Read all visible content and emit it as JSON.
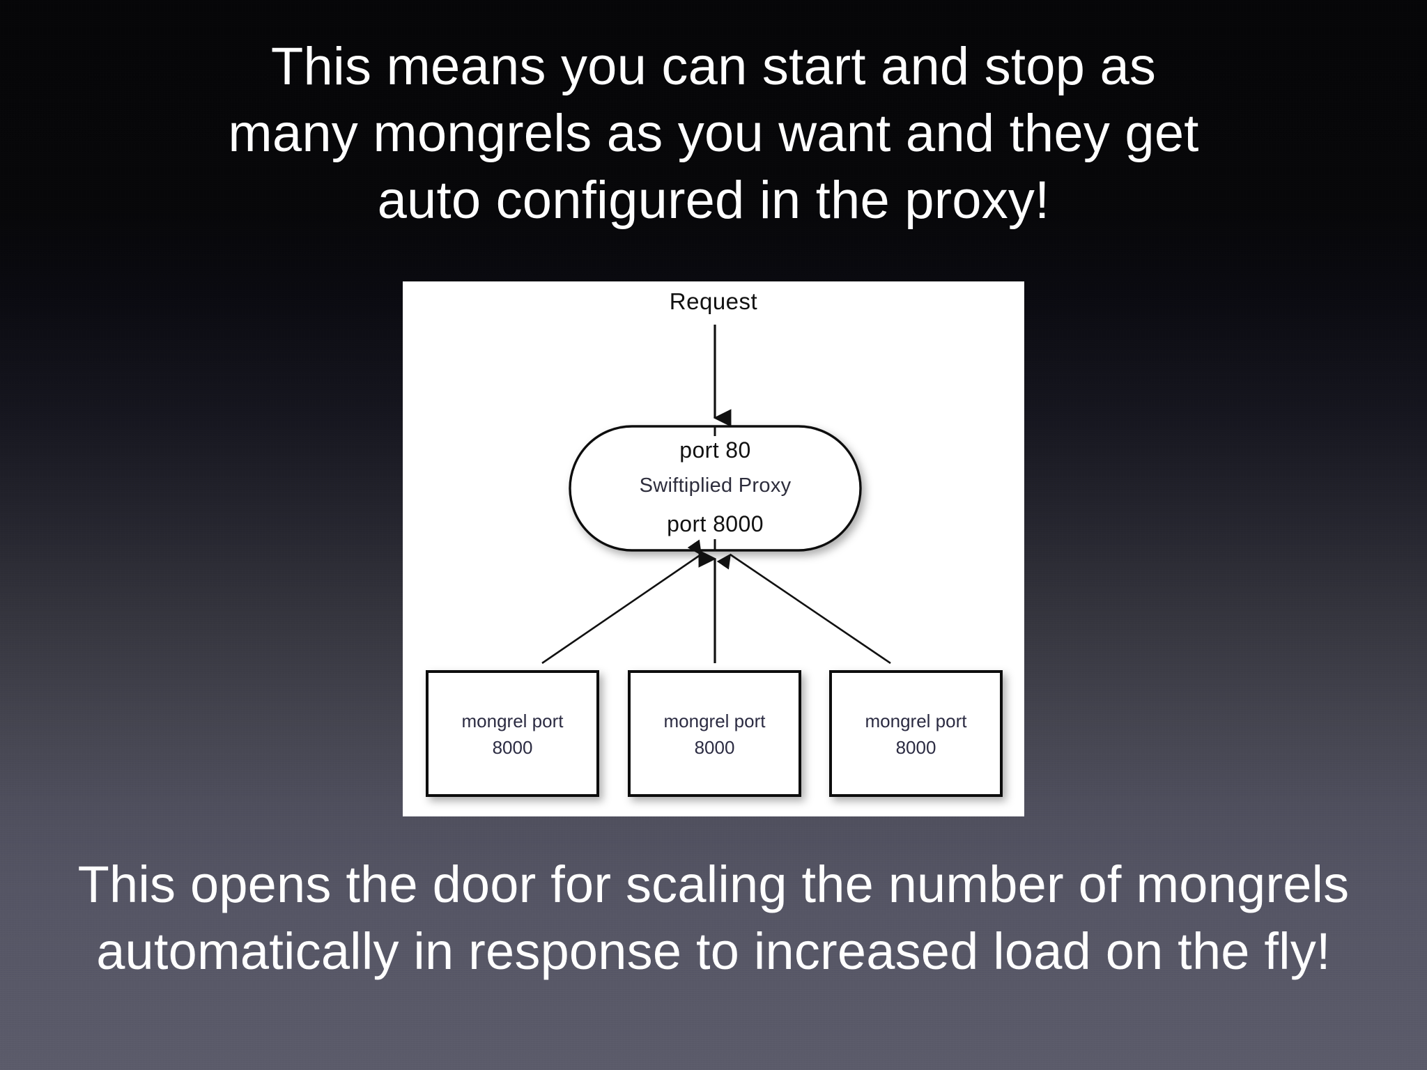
{
  "slide": {
    "title": "This means you can start and stop as many mongrels as you want and they get auto configured in the proxy!",
    "caption": "This opens the door for scaling the number of mongrels automatically in response to increased load on the fly!",
    "background_top_color": "#060608",
    "background_bottom_color": "#5a5a69",
    "text_color": "#ffffff"
  },
  "diagram": {
    "panel_background": "#ffffff",
    "entry_label": "Request",
    "proxy": {
      "top_port": "port 80",
      "name": "Swiftiplied Proxy",
      "bottom_port": "port 8000",
      "shape": "stadium"
    },
    "backends": [
      {
        "name": "mongrel port",
        "port": "8000"
      },
      {
        "name": "mongrel port",
        "port": "8000"
      },
      {
        "name": "mongrel port",
        "port": "8000"
      }
    ],
    "arrows": [
      {
        "from": "Request",
        "to": "proxy",
        "direction": "down"
      },
      {
        "from": "backend-1",
        "to": "proxy",
        "direction": "up"
      },
      {
        "from": "backend-2",
        "to": "proxy",
        "direction": "up"
      },
      {
        "from": "backend-3",
        "to": "proxy",
        "direction": "up"
      }
    ]
  }
}
